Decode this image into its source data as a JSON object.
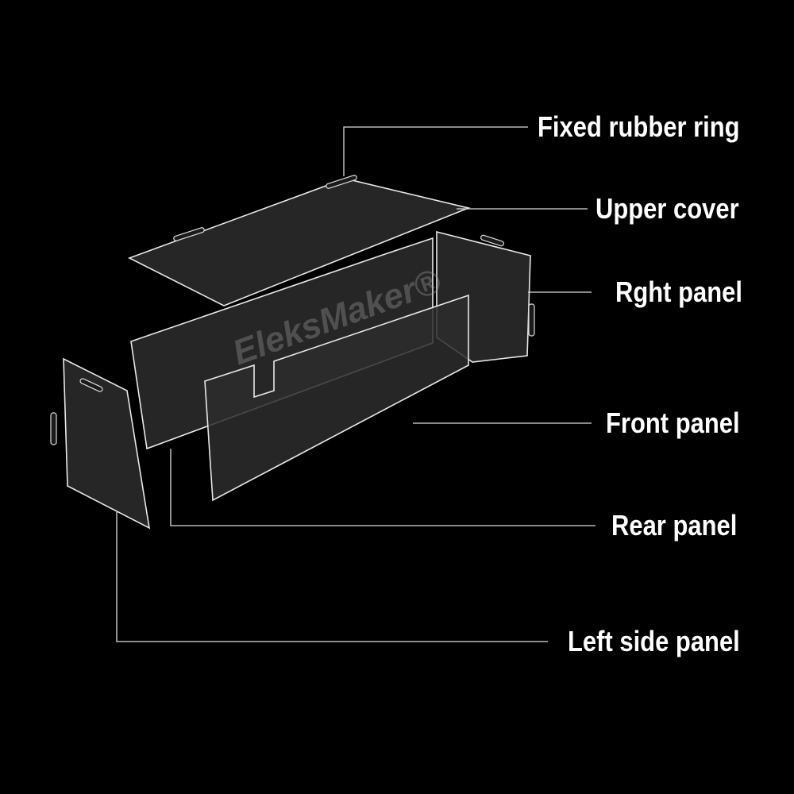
{
  "watermark": "EleksMaker®",
  "labels": {
    "rubber_ring": "Fixed rubber ring",
    "upper_cover": "Upper cover",
    "right_panel": "Rght panel",
    "front_panel": "Front panel",
    "rear_panel": "Rear panel",
    "left_side_panel": "Left side panel"
  }
}
